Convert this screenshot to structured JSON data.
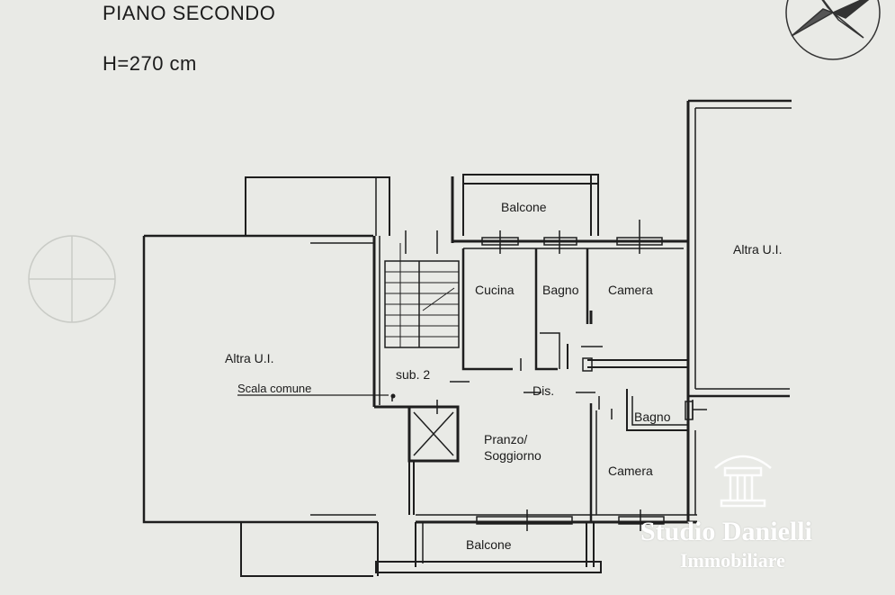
{
  "header": {
    "floor": "PIANO SECONDO",
    "height": "H=270 cm"
  },
  "rooms": {
    "balcone_top": "Balcone",
    "cucina": "Cucina",
    "bagno_1": "Bagno",
    "camera_1": "Camera",
    "altra_left": "Altra U.I.",
    "altra_right": "Altra U.I.",
    "sub": "sub. 2",
    "scala": "Scala comune",
    "dis": "Dis.",
    "bagno_2": "Bagno",
    "pranzo_line1": "Pranzo/",
    "pranzo_line2": "Soggiorno",
    "camera_2": "Camera",
    "balcone_bottom": "Balcone"
  },
  "watermark": {
    "name": "Studio Danielli",
    "subtitle": "Immobiliare"
  }
}
